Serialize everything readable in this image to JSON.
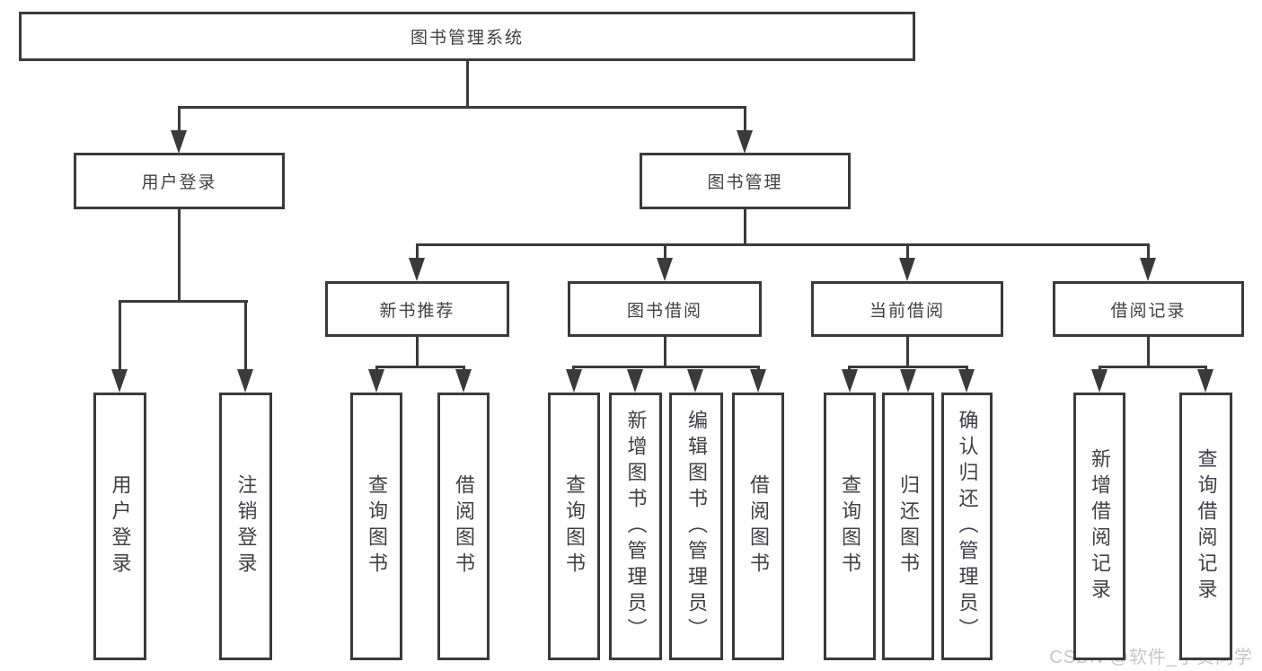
{
  "nodes": {
    "root": "图书管理系统",
    "user_login": "用户登录",
    "book_mgmt": "图书管理",
    "new_book_rec": "新书推荐",
    "book_borrow": "图书借阅",
    "current_borrow": "当前借阅",
    "borrow_records": "借阅记录",
    "leaf_user_login": "用户登录",
    "leaf_logout": "注销登录",
    "leaf_query_book_a": "查询图书",
    "leaf_borrow_book_a": "借阅图书",
    "leaf_query_book_b": "查询图书",
    "leaf_add_book": "新增图书（管理员）",
    "leaf_edit_book": "编辑图书（管理员）",
    "leaf_borrow_book_b": "借阅图书",
    "leaf_query_book_c": "查询图书",
    "leaf_return_book": "归还图书",
    "leaf_confirm_return": "确认归还（管理员）",
    "leaf_add_borrow_record": "新增借阅记录",
    "leaf_query_borrow_record": "查询借阅记录"
  },
  "watermark": "CSDN @软件_小贺同学",
  "colors": {
    "line": "#3a3a3a",
    "text": "#3f3f46",
    "watermark": "#c4c7cc",
    "bg": "#ffffff"
  }
}
